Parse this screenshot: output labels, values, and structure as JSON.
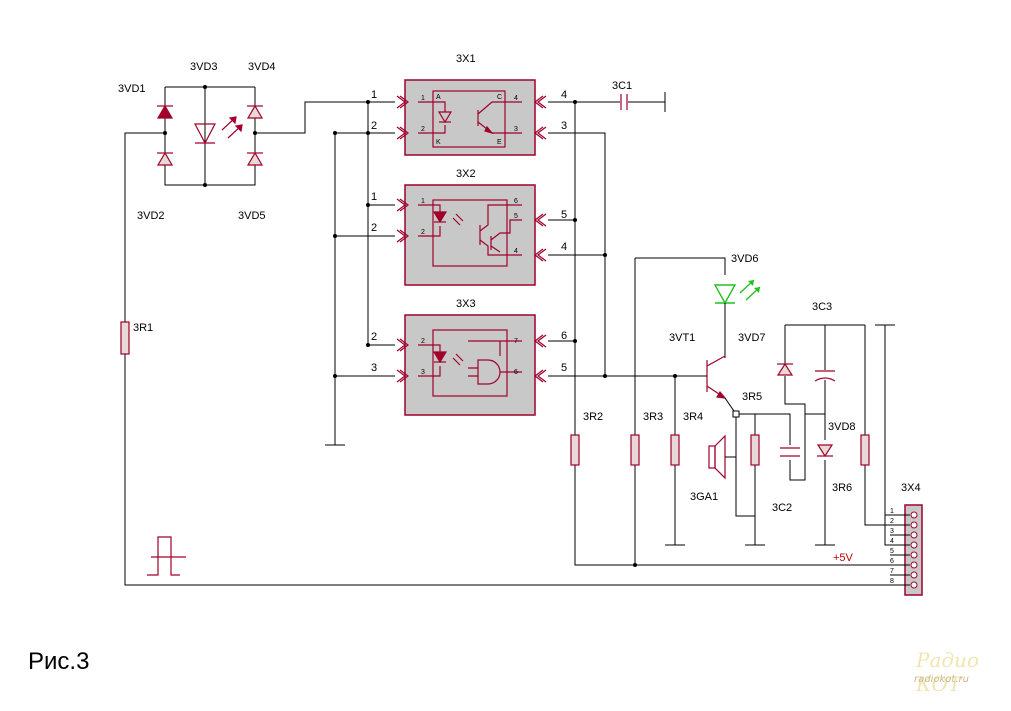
{
  "caption": "Рис.3",
  "watermark": {
    "logo": "Радио КОТ",
    "url": "radiokot.ru"
  },
  "labels": {
    "vd1": "3VD1",
    "vd2": "3VD2",
    "vd3": "3VD3",
    "vd4": "3VD4",
    "vd5": "3VD5",
    "vd6": "3VD6",
    "vd7": "3VD7",
    "vd8": "3VD8",
    "r1": "3R1",
    "r2": "3R2",
    "r3": "3R3",
    "r4": "3R4",
    "r5": "3R5",
    "r6": "3R6",
    "c1": "3C1",
    "c2": "3C2",
    "c3": "3C3",
    "x1": "3X1",
    "x2": "3X2",
    "x3": "3X3",
    "x4": "3X4",
    "vt1": "3VT1",
    "ga1": "3GA1",
    "supply": "+5V"
  },
  "x1": {
    "left_pins": [
      "1",
      "2"
    ],
    "right_pins": [
      "4",
      "3"
    ],
    "inner": {
      "a": "A",
      "k": "K",
      "c": "C",
      "e": "E",
      "p1": "1",
      "p2": "2",
      "p3": "3",
      "p4": "4"
    }
  },
  "x2": {
    "left_pins": [
      "1",
      "2"
    ],
    "right_pins": [
      "5",
      "4"
    ],
    "inner": {
      "p1": "1",
      "p2": "2",
      "p6": "6",
      "p5": "5",
      "p4": "4"
    }
  },
  "x3": {
    "left_pins": [
      "2",
      "3"
    ],
    "right_pins": [
      "6",
      "5"
    ],
    "inner": {
      "p2": "2",
      "p3": "3",
      "p7": "7",
      "p6": "6"
    }
  },
  "x4_pins": [
    "1",
    "2",
    "3",
    "4",
    "5",
    "6",
    "7",
    "8"
  ]
}
